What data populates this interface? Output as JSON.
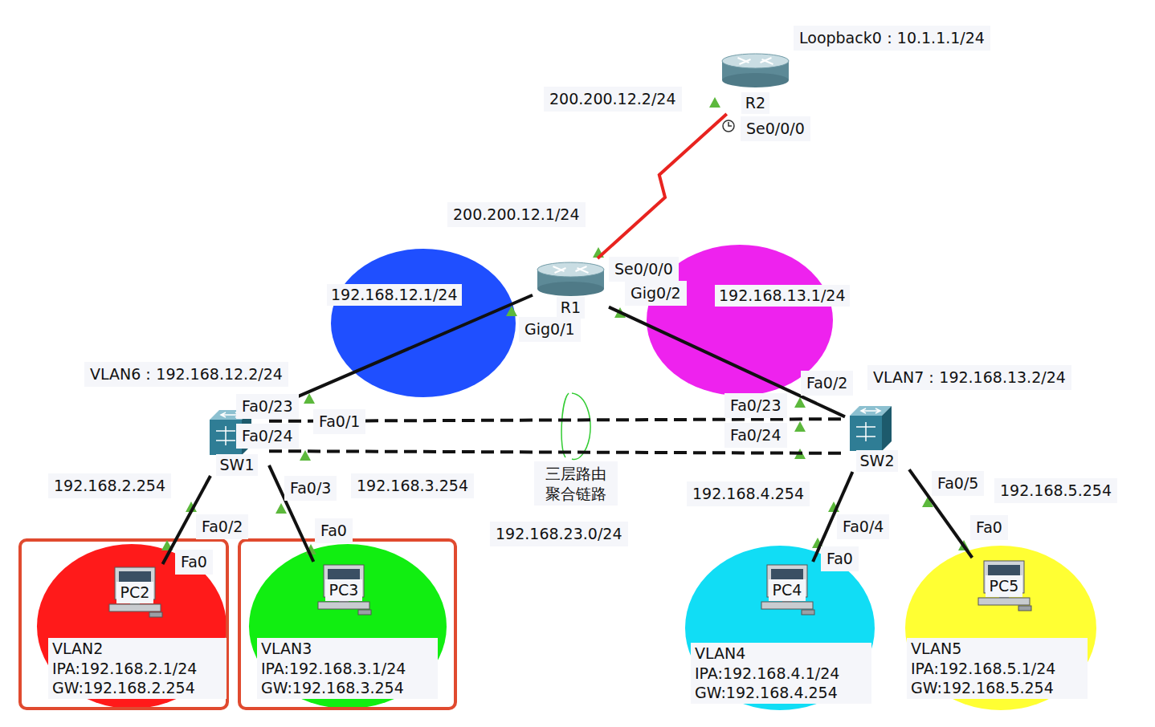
{
  "diagram": {
    "nodes": [
      {
        "text": [
          "R2"
        ]
      },
      {
        "text": [
          "192.168.12.1/24"
        ]
      },
      {
        "text": [
          "R1"
        ]
      },
      {
        "text": [
          "192.168.13.1/24"
        ]
      },
      {
        "text": [
          "SW1"
        ]
      },
      {
        "text": [
          "SW2"
        ]
      },
      {
        "text": [
          "VLAN2 IPA:192.168.2.1/24 GW:192.168.2.254"
        ]
      },
      {
        "text": [
          "PC2"
        ],
        "in": 6
      },
      {
        "text": [
          "VLAN3 IPA:192.168.3.1/24 GW:192.168.3.254"
        ]
      },
      {
        "text": [
          "PC3"
        ],
        "in": 8
      },
      {
        "text": [
          "VLAN4 IPA:192.168.4.1/24 GW:192.168.4.254"
        ]
      },
      {
        "text": [
          "PC4"
        ],
        "in": 10
      },
      {
        "text": [
          "VLAN5 IPA:192.168.5.1/24 GW:192.168.5.254"
        ]
      },
      {
        "text": [
          "PC5"
        ],
        "in": 12
      }
    ],
    "edges": [
      {
        "from": 0,
        "to": 2,
        "arrow": "none"
      },
      {
        "from": 2,
        "to": 4,
        "arrow": "none"
      },
      {
        "from": 2,
        "to": 5,
        "arrow": "none"
      },
      {
        "from": 4,
        "to": 5,
        "arrow": "none"
      },
      {
        "from": 4,
        "to": 5,
        "arrow": "none"
      },
      {
        "from": 4,
        "to": 7,
        "arrow": "none"
      },
      {
        "from": 4,
        "to": 9,
        "arrow": "none"
      },
      {
        "from": 5,
        "to": 11,
        "arrow": "none"
      },
      {
        "from": 5,
        "to": 13,
        "arrow": "none"
      }
    ],
    "labels": [
      "Loopback0：10.1.1.1/24",
      "200.200.12.2/24",
      "Se0/0/0",
      "200.200.12.1/24",
      "Se0/0/0",
      "Gig0/2",
      "Gig0/1",
      "VLAN6：192.168.12.2/24",
      "Fa0/2",
      "VLAN7：192.168.13.2/24",
      "Fa0/23",
      "Fa0/1",
      "Fa0/23",
      "Fa0/24",
      "Fa0/24",
      "192.168.2.254",
      "Fa0/3",
      "192.168.3.254",
      "三层路由 聚合链路",
      "192.168.4.254",
      "Fa0/5",
      "192.168.5.254",
      "192.168.23.0/24",
      "Fa0/2",
      "Fa0/4",
      "Fa0",
      "Fa0",
      "Fa0",
      "Fa0"
    ]
  }
}
